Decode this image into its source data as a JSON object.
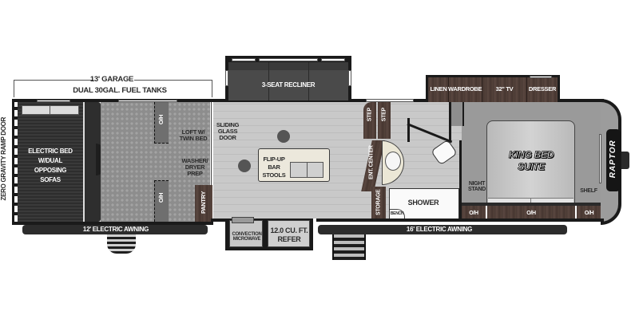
{
  "floorplan": {
    "model_logo": "RAPTOR",
    "dimensions": {
      "garage_length": "13' GARAGE",
      "fuel_tanks": "DUAL 30GAL. FUEL TANKS"
    },
    "rear": {
      "ramp_door": "ZERO GRAVITY RAMP DOOR",
      "electric_bed": "ELECTRIC BED W/DUAL OPPOSING SOFAS"
    },
    "garage": {
      "overhead_top": "O/H",
      "overhead_bottom": "O/H",
      "loft": "LOFT W/ TWIN BED",
      "washer_dryer": "WASHER/ DRYER PREP",
      "pantry": "PANTRY"
    },
    "living": {
      "recliner": "3-SEAT RECLINER",
      "sliding_door": "SLIDING GLASS DOOR",
      "island": "FLIP-UP BAR STOOLS",
      "microwave": "CONVECTION MICROWAVE",
      "refrigerator": "12.0 CU. FT. REFER"
    },
    "bath": {
      "step_left": "STEP",
      "step_right": "STEP",
      "ent_center": "ENT. CENTER",
      "storage": "STORAGE",
      "shower": "SHOWER",
      "bench": "BENCH"
    },
    "bedroom": {
      "linen": "LINEN",
      "wardrobe": "WARDROBE",
      "tv": "32\" TV",
      "dresser": "DRESSER",
      "bed_line1": "KING BED",
      "bed_line2": "SUITE",
      "night_stand": "NIGHT STAND",
      "shelf": "SHELF",
      "overhead_left": "O/H",
      "overhead_center": "O/H",
      "overhead_right": "O/H"
    },
    "awnings": {
      "rear": "12' ELECTRIC AWNING",
      "front": "16' ELECTRIC AWNING"
    },
    "colors": {
      "wall": "#1a1a1a",
      "cabinet_wood": "#4e3d36",
      "floor_living": "#c9c9c9",
      "floor_garage": "#8d8d8d",
      "bedroom_floor": "#9a9a9a",
      "sofa": "#3e3e3e",
      "awning": "#2c2c2c"
    }
  }
}
